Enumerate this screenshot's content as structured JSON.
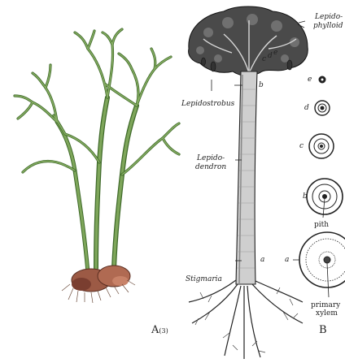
{
  "panels": {
    "a": "A",
    "a_sub": "(3)",
    "b": "B"
  },
  "labels": {
    "lepidophylloides": [
      "Lepido-",
      "phylloid"
    ],
    "lepidostrobus": "Lepidostrobus",
    "lepidodendron": [
      "Lepido-",
      "dendron"
    ],
    "stigmaria": "Stigmaria",
    "pith": "pith",
    "primary_xylem": [
      "primary",
      "xylem"
    ]
  },
  "section_letters": {
    "trunk": [
      "c",
      "d",
      "e",
      "b",
      "a"
    ],
    "cross_sections": [
      "e",
      "d",
      "c",
      "b",
      "a"
    ]
  },
  "colors": {
    "stem_green": "#6f9a4f",
    "stem_dark": "#3f6a2a",
    "rhizome": "#8a4a3a",
    "ink": "#222222"
  }
}
